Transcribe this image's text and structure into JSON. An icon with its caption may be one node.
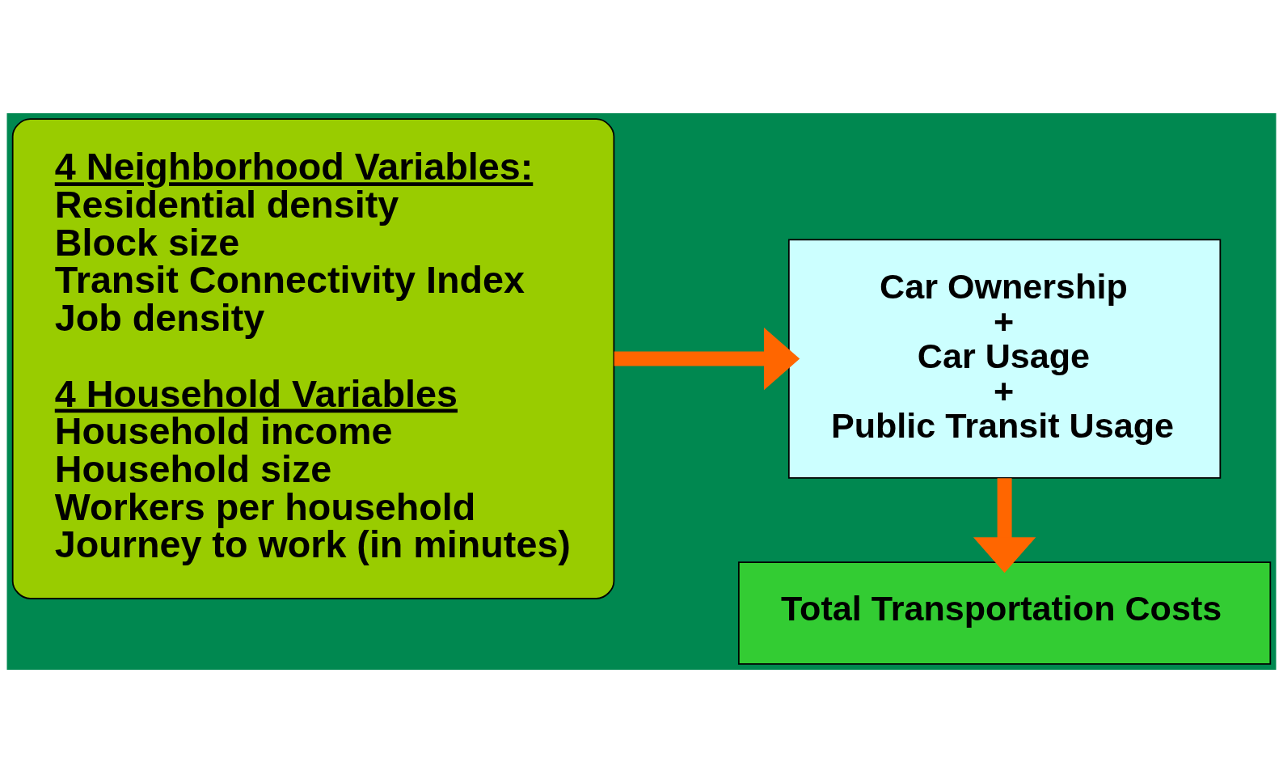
{
  "diagram": {
    "nodes": [
      {
        "text": [
          "4 Neighborhood Variables:",
          "Residential density",
          "Block size",
          "Transit Connectivity Index",
          "Job density",
          "4 Household Variables",
          "Household income",
          "Household size",
          "Workers per household",
          "Journey to work (in minutes)"
        ]
      },
      {
        "text": [
          "Car Ownership",
          "+",
          "Car Usage",
          "+",
          "Public Transit Usage"
        ]
      },
      {
        "text": [
          "Total Transportation Costs"
        ]
      }
    ],
    "edges": [
      {
        "from": 0,
        "to": 1,
        "arrow": "to"
      },
      {
        "from": 1,
        "to": 2,
        "arrow": "to"
      }
    ]
  }
}
